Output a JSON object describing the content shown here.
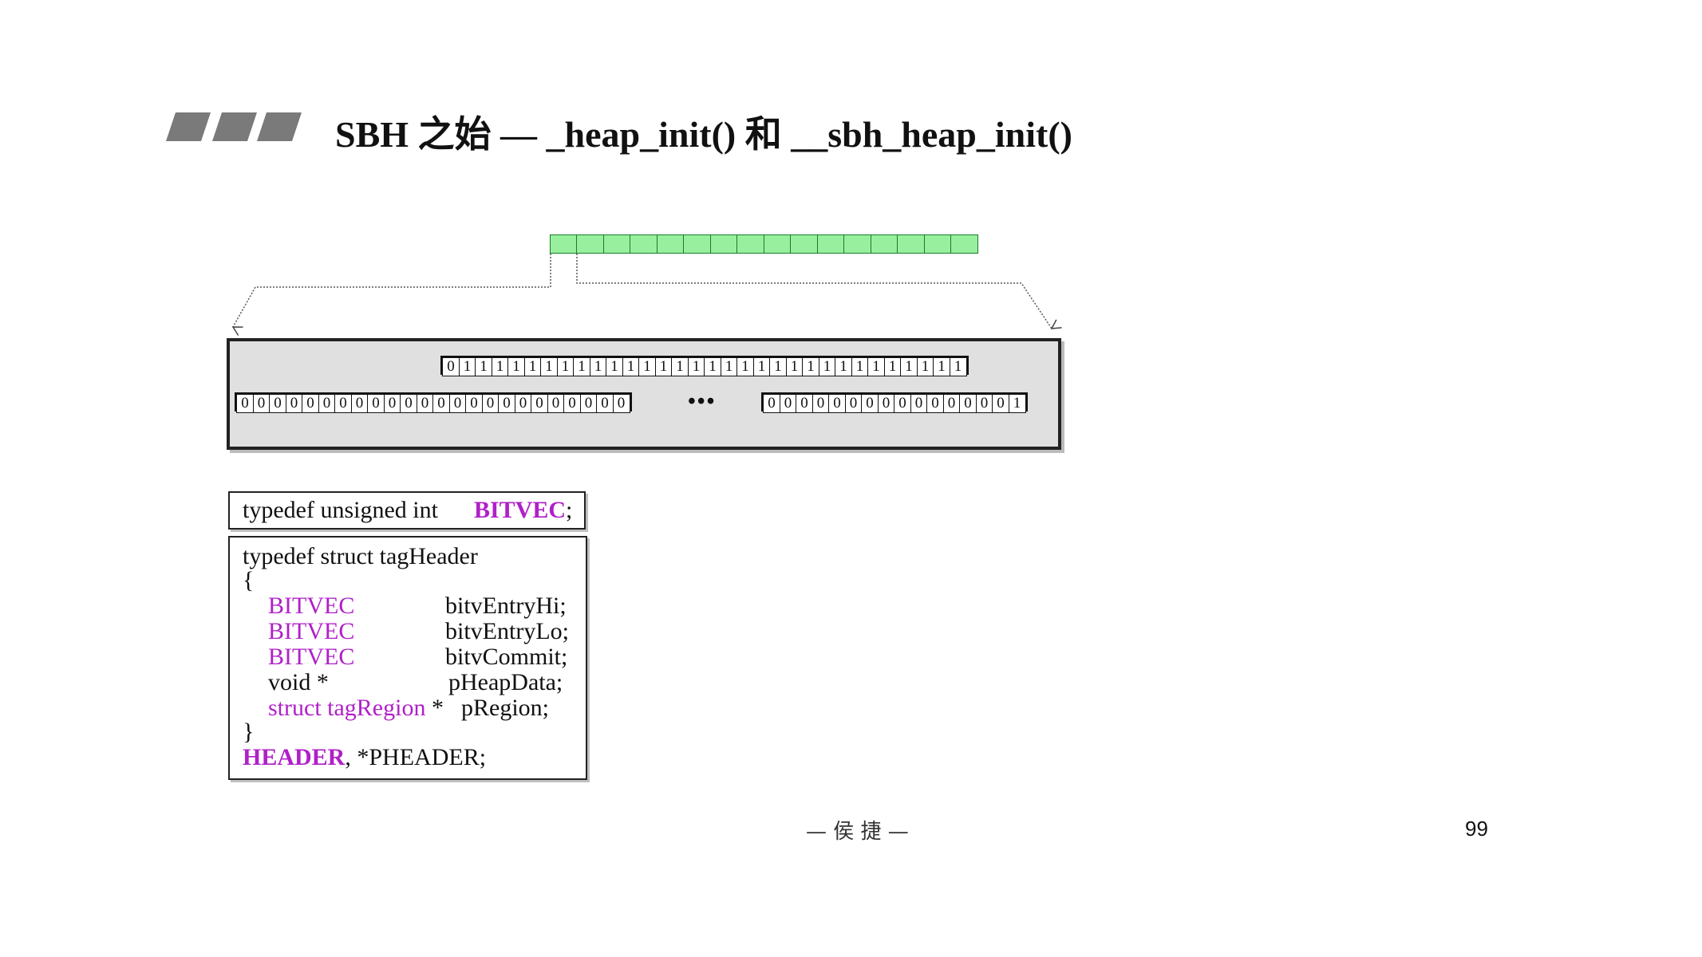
{
  "slide": {
    "title": "SBH 之始 — _heap_init() 和 __sbh_heap_init()",
    "footer": "— 侯 捷 —",
    "page_number": "99"
  },
  "diagram": {
    "green_cell_count": 16,
    "hi_row_bits": [
      "0",
      "1",
      "1",
      "1",
      "1",
      "1",
      "1",
      "1",
      "1",
      "1",
      "1",
      "1",
      "1",
      "1",
      "1",
      "1",
      "1",
      "1",
      "1",
      "1",
      "1",
      "1",
      "1",
      "1",
      "1",
      "1",
      "1",
      "1",
      "1",
      "1",
      "1",
      "1"
    ],
    "lo_row_left_bits": [
      "0",
      "0",
      "0",
      "0",
      "0",
      "0",
      "0",
      "0",
      "0",
      "0",
      "0",
      "0",
      "0",
      "0",
      "0",
      "0",
      "0",
      "0",
      "0",
      "0",
      "0",
      "0",
      "0",
      "0"
    ],
    "ellipsis": "•••",
    "lo_row_right_bits": [
      "0",
      "0",
      "0",
      "0",
      "0",
      "0",
      "0",
      "0",
      "0",
      "0",
      "0",
      "0",
      "0",
      "0",
      "0",
      "1"
    ]
  },
  "code": {
    "bitvec_typedef": {
      "prefix": "typedef unsigned int",
      "name": "BITVEC",
      "suffix": ";"
    },
    "header_struct": {
      "open_line": "typedef struct tagHeader",
      "open_brace": "{",
      "fields": [
        {
          "type": "BITVEC",
          "name": "bitvEntryHi;"
        },
        {
          "type": "BITVEC",
          "name": "bitvEntryLo;"
        },
        {
          "type": "BITVEC",
          "name": "bitvCommit;"
        },
        {
          "type": "void *",
          "name": "pHeapData;"
        },
        {
          "type": "struct tagRegion",
          "type_suffix": " *",
          "name": "pRegion;"
        }
      ],
      "close_brace": "}",
      "typedef_name": "HEADER",
      "typedef_rest": ", *PHEADER;"
    }
  },
  "colors": {
    "keyword": "#b020c8",
    "green_cell": "#98f09e",
    "region_fill": "#e0e0e0"
  }
}
